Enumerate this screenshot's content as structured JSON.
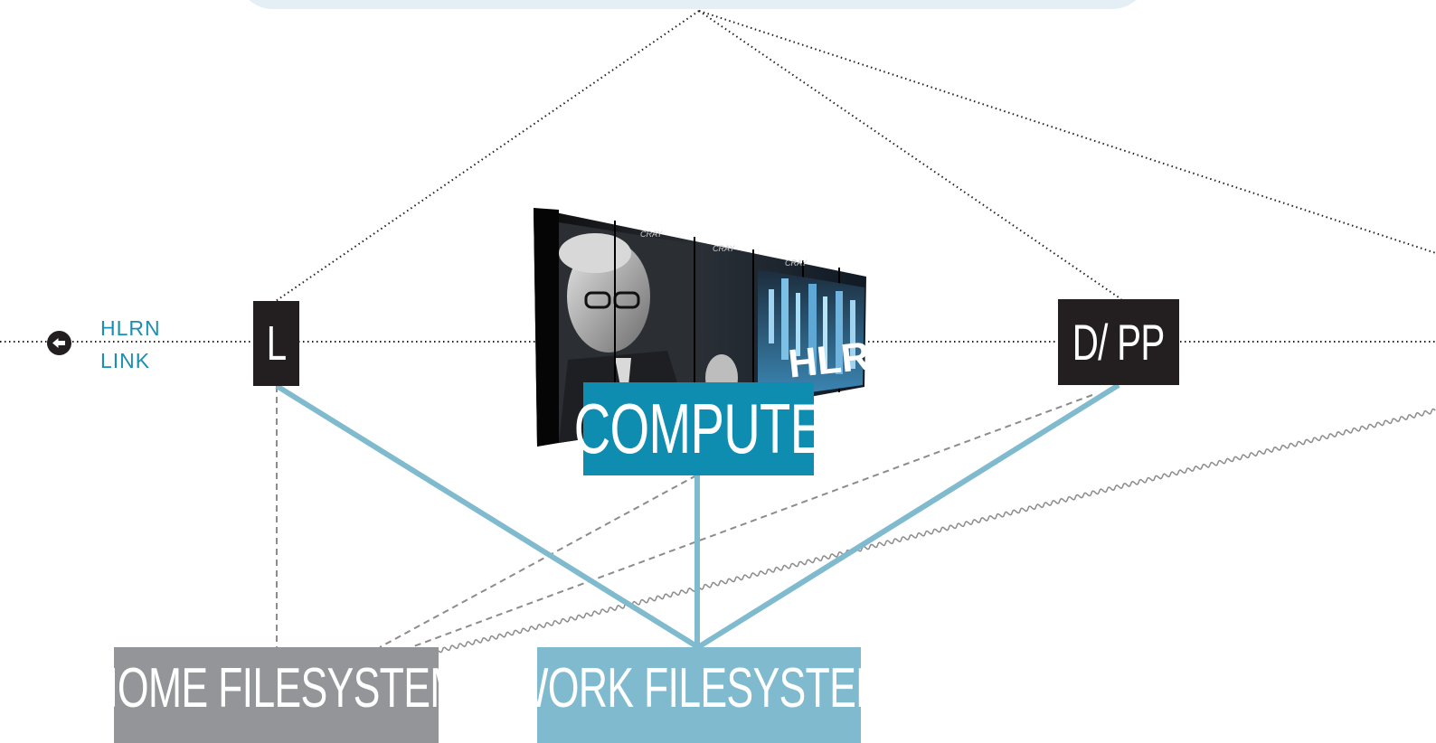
{
  "nodes": {
    "login": "L",
    "dpp": "D/ PP",
    "compute": "COMPUTE",
    "home_fs": "HOME FILESYSTEM",
    "work_fs": "WORK FILESYSTEM"
  },
  "hlrn_link": {
    "line1": "HLRN",
    "line2": "LINK",
    "icon": "arrow-left-circle-icon"
  },
  "machine_image": {
    "logo_text": "HLRN",
    "panel_text": "CRAY"
  },
  "colors": {
    "dark_node": "#231f20",
    "compute_blue": "#0f8db0",
    "work_blue": "#7fbace",
    "home_gray": "#939598",
    "link_text": "#1a8fb0",
    "cloud": "#e4eff5"
  }
}
